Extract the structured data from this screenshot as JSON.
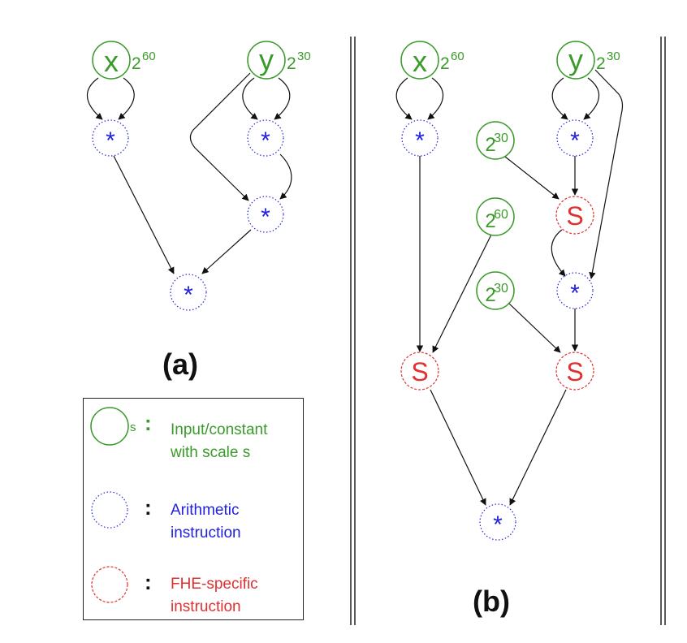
{
  "panels": {
    "a": {
      "label": "(a)"
    },
    "b": {
      "label": "(b)"
    }
  },
  "nodes": {
    "x": "x",
    "y": "y",
    "mul": "*",
    "scale_op": "S",
    "scale_60": "60",
    "scale_30": "30",
    "base": "2"
  },
  "legend": {
    "input": {
      "scale_symbol": "s",
      "colon": ":",
      "text_line1": "Input/constant",
      "text_line2": "with scale s"
    },
    "arith": {
      "colon": ":",
      "text_line1": "Arithmetic",
      "text_line2": "instruction"
    },
    "fhe": {
      "colon": ":",
      "text_line1": "FHE-specific",
      "text_line2": "instruction"
    }
  },
  "colors": {
    "input": "#3a9a2a",
    "arith": "#2222dd",
    "fhe": "#e03030",
    "edge": "#111111"
  }
}
